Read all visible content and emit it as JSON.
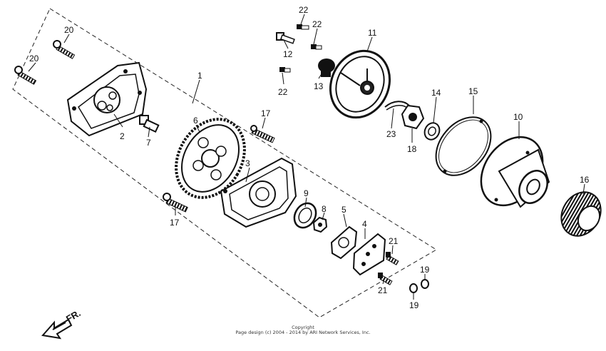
{
  "callouts": {
    "c1": "1",
    "c2": "2",
    "c3": "3",
    "c4": "4",
    "c5": "5",
    "c6": "6",
    "c7": "7",
    "c8": "8",
    "c9": "9",
    "c10": "10",
    "c11": "11",
    "c12": "12",
    "c13": "13",
    "c14": "14",
    "c15": "15",
    "c16": "16",
    "c17a": "17",
    "c17b": "17",
    "c18": "18",
    "c19a": "19",
    "c19b": "19",
    "c20a": "20",
    "c20b": "20",
    "c21a": "21",
    "c21b": "21",
    "c22a": "22",
    "c22b": "22",
    "c22c": "22",
    "c23": "23"
  },
  "direction_label": "FR.",
  "copyright": {
    "line1": "Copyright",
    "line2": "Page design (c) 2004 - 2014 by ARI Network Services, Inc."
  }
}
